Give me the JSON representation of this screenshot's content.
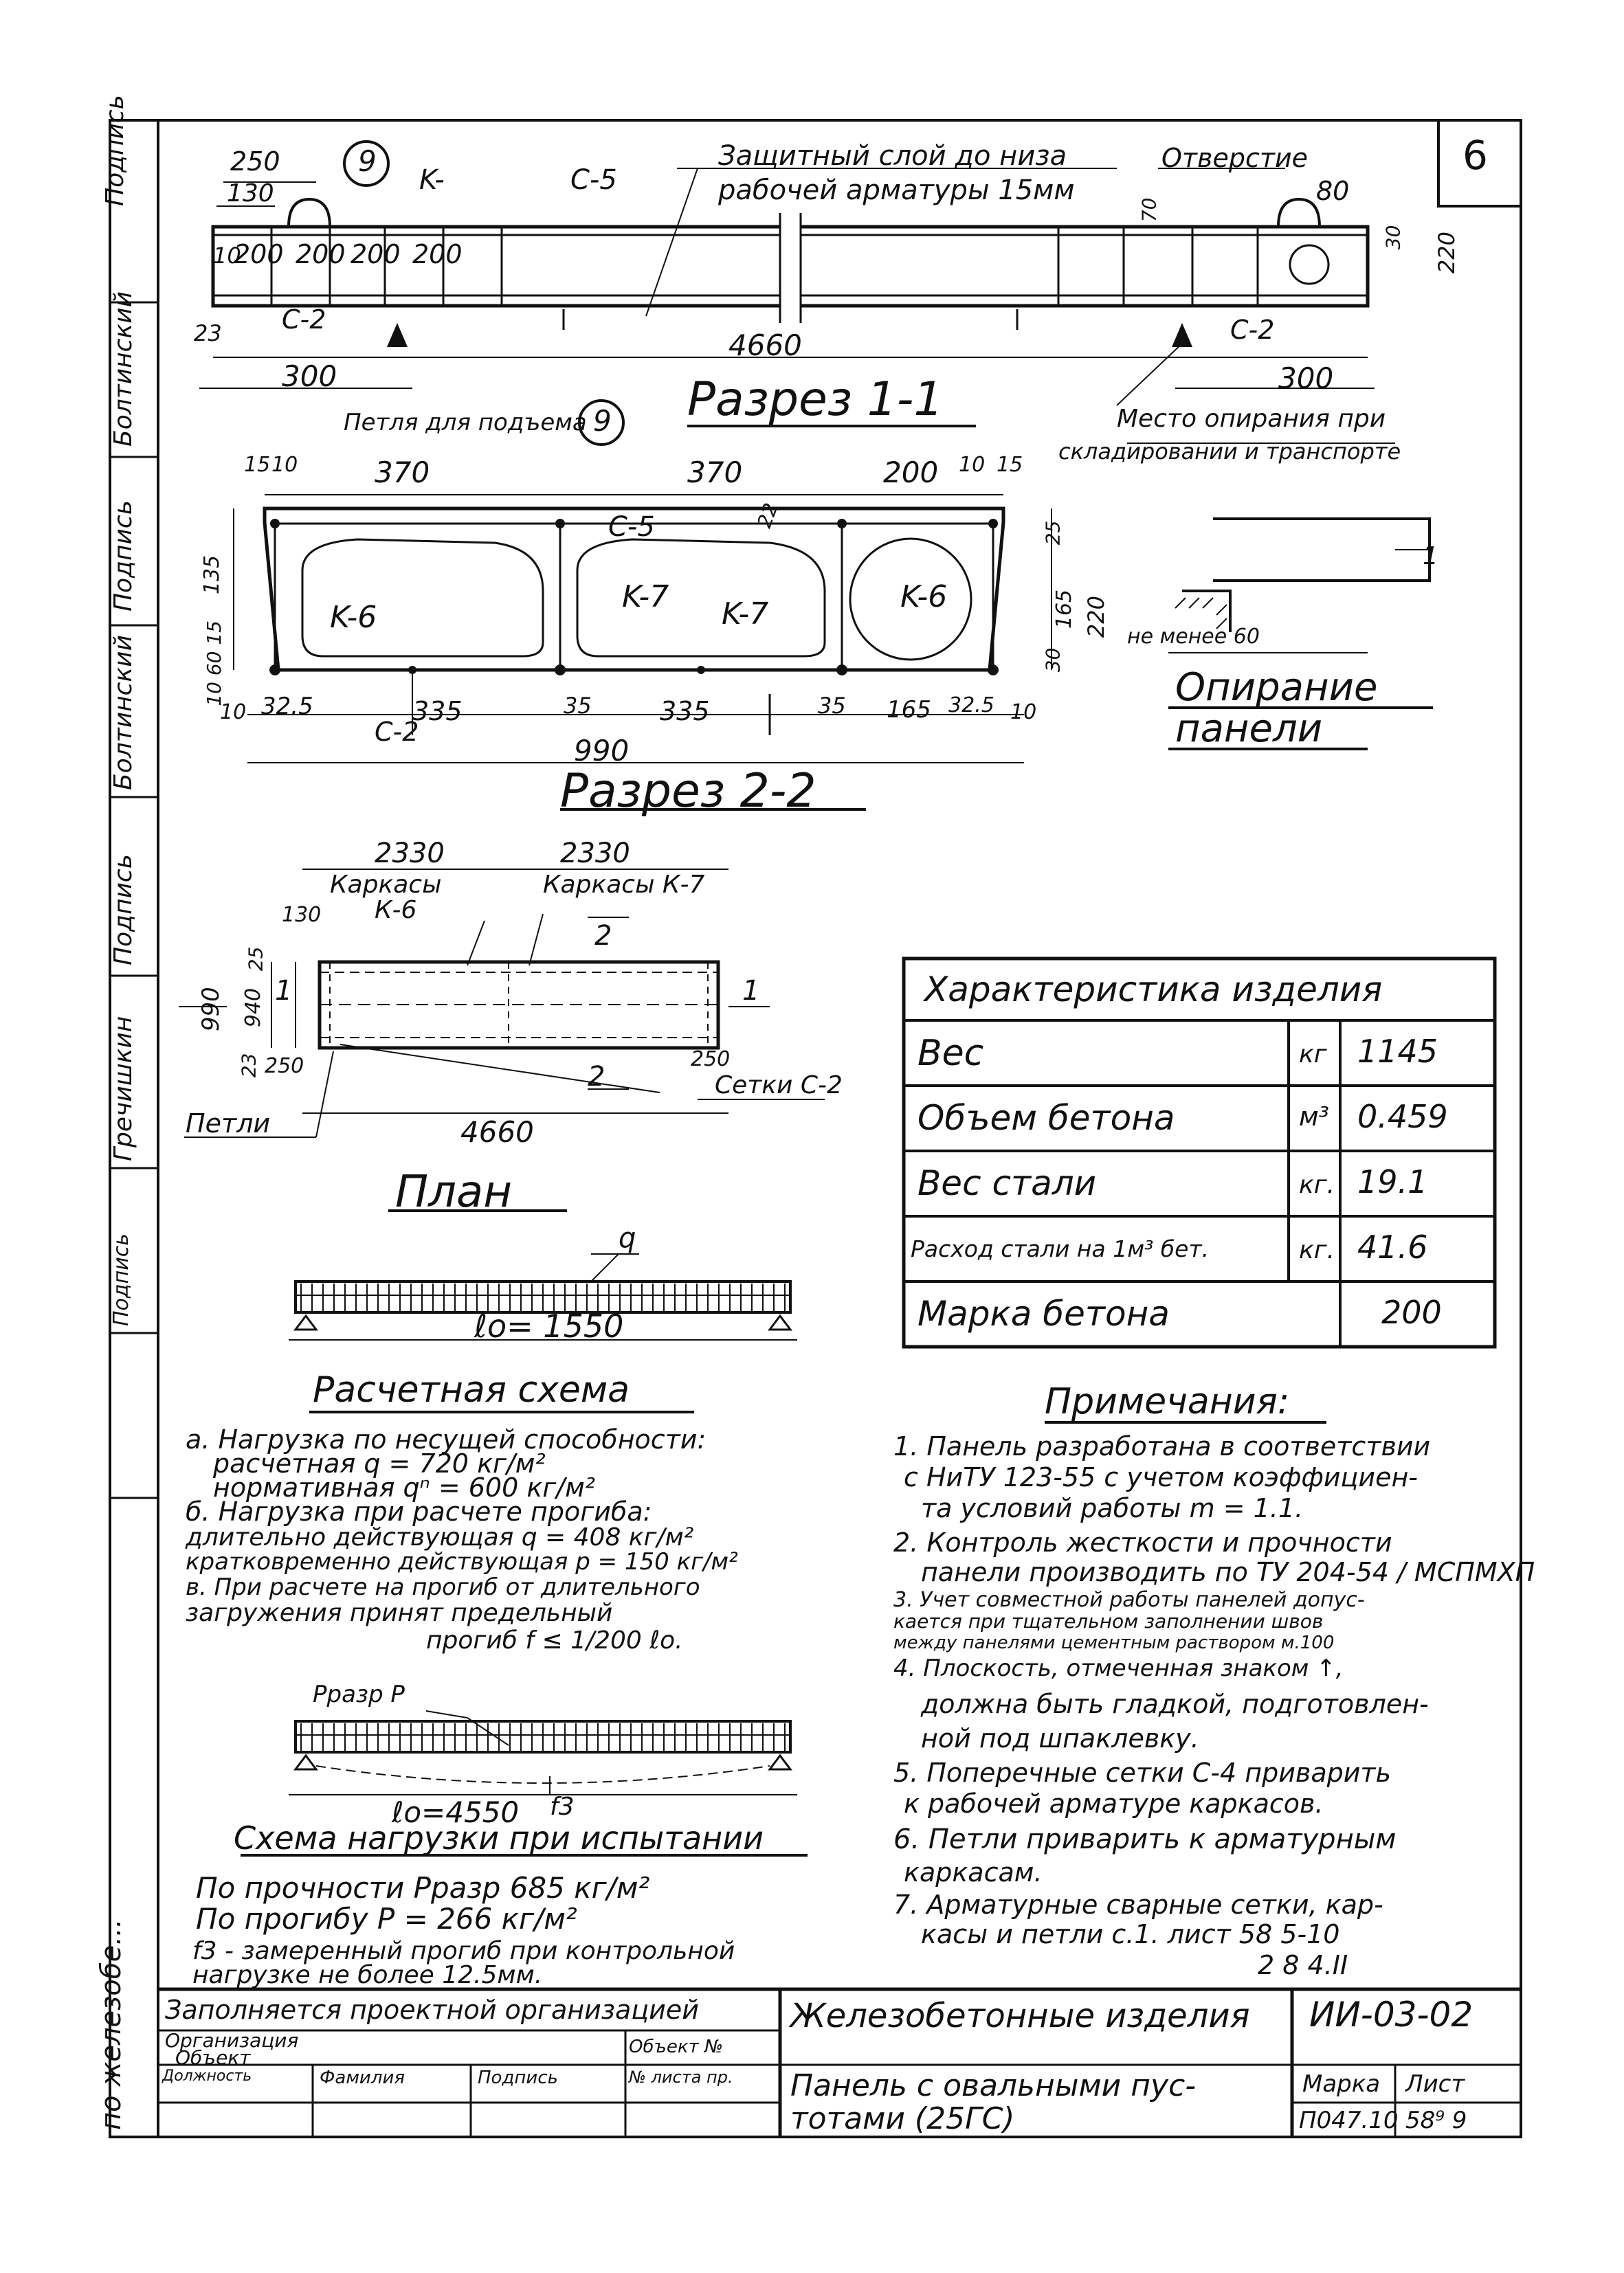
{
  "sheet_number": "6",
  "side_stamp": [
    "Подпись",
    "Болтинский",
    "Подпись",
    "Болтинский",
    "Подпись",
    "Гречишкин",
    "Подпись"
  ],
  "bottom_left_vertical": "по железобе...",
  "section_1_1": {
    "title": "Разрез 1-1",
    "dim_250": "250",
    "dim_130": "130",
    "dim_10": "10",
    "dim_200": "200",
    "dim_23": "23",
    "dim_4660": "4660",
    "dim_300": "300",
    "dim_80": "80",
    "dim_70": "70",
    "dim_30": "30",
    "dim_220": "220",
    "label_k": "K-",
    "label_c5": "C-5",
    "label_c2": "C-2",
    "callout_9": "9",
    "note_protective": "Защитный слой до низа",
    "note_protective2": "рабочей арматуры 15мм",
    "note_hole": "Отверстие",
    "note_loop": "Петля для подъема",
    "note_support": "Место опирания при",
    "note_support2": "складировании и транспорте"
  },
  "section_2_2": {
    "title": "Разрез 2-2",
    "dim_15": "15",
    "dim_10": "10",
    "dim_370": "370",
    "dim_200": "200",
    "dim_135": "135",
    "dim_60": "10 60 15",
    "dim_165": "165",
    "dim_220": "220",
    "dim_25": "25",
    "dim_30": "30",
    "dim_325": "32.5",
    "dim_335": "335",
    "dim_35": "35",
    "dim_165b": "165",
    "dim_990": "990",
    "label_k6": "K-6",
    "label_k7": "K-7",
    "label_c5": "C-5",
    "label_c2": "C-2",
    "label_22": "22"
  },
  "support": {
    "title_1": "Опирание",
    "title_2": "панели",
    "note": "не менее 60",
    "label": "1"
  },
  "plan": {
    "title": "План",
    "dim_2330": "2330",
    "frames_k6": "Каркасы",
    "frames_k6b": "К-6",
    "frames_k7": "Каркасы К-7",
    "dim_130": "130",
    "dim_25": "25",
    "dim_990": "990",
    "dim_940": "940",
    "dim_23": "23",
    "dim_250": "250",
    "dim_4660": "4660",
    "mark_1": "1",
    "mark_2": "2",
    "loops": "Петли",
    "nets": "Сетки С-2"
  },
  "calc": {
    "q": "q",
    "l0": "ℓo= 1550",
    "title": "Расчетная схема"
  },
  "loads_text": [
    "а. Нагрузка по несущей способности:",
    "расчетная   q = 720 кг/м²",
    "нормативная qⁿ = 600 кг/м²",
    "б. Нагрузка при расчете прогиба:",
    "длительно действующая q = 408 кг/м²",
    "кратковременно действующая p = 150 кг/м²",
    "в. При расчете на прогиб от длительного",
    "загружения принят предельный",
    "прогиб f ≤ 1/200 ℓo."
  ],
  "test": {
    "p_label": "Pразр P",
    "l0": "ℓo=4550",
    "f3": "f3",
    "title": "Схема нагрузки при испытании",
    "strength": "По прочности  Pразр 685 кг/м²",
    "deflection": "По прогибу     P = 266 кг/м²",
    "note1": "f3 - замеренный прогиб при контрольной",
    "note2": "нагрузке не более 12.5мм."
  },
  "characteristics": {
    "header": "Характеристика изделия",
    "rows": [
      {
        "name": "Вес",
        "unit": "кг",
        "value": "1145"
      },
      {
        "name": "Объем бетона",
        "unit": "м³",
        "value": "0.459"
      },
      {
        "name": "Вес стали",
        "unit": "кг.",
        "value": "19.1"
      },
      {
        "name": "Расход стали на 1м³ бет.",
        "unit": "кг.",
        "value": "41.6"
      },
      {
        "name": "Марка бетона",
        "unit": "",
        "value": "200"
      }
    ]
  },
  "notes": {
    "title": "Примечания:",
    "lines": [
      "1. Панель разработана в соответствии",
      "с НиТУ 123-55 с учетом коэффициен-",
      "та условий работы m = 1.1.",
      "2. Контроль жесткости и прочности",
      "панели производить по ТУ 204-54 / МСПМХП",
      "3. Учет совместной работы панелей допус-",
      "кается при тщательном заполнении швов",
      "между панелями цементным раствором м.100",
      "4. Плоскость, отмеченная знаком ↑,",
      "должна быть гладкой, подготовлен-",
      "ной под шпаклевку.",
      "5. Поперечные сетки С-4 приварить",
      "к рабочей арматуре каркасов.",
      "6. Петли приварить к арматурным",
      "каркасам.",
      "7. Арматурные сварные сетки, кар-",
      "касы и петли с.1. лист 58 5-10",
      "2 8 4.II"
    ]
  },
  "title_block": {
    "filled_by": "Заполняется проектной организацией",
    "org": "Организация",
    "object": "Объект",
    "object_no": "Объект №",
    "col_position": "Должность",
    "col_surname": "Фамилия",
    "col_signature": "Подпись",
    "col_sheet": "№ листа пр.",
    "product_group": "Железобетонные изделия",
    "series": "ИИ-03-02",
    "product_name_1": "Панель с овальными пус-",
    "product_name_2": "тотами (25ГС)",
    "mark_label": "Марка",
    "sheet_label": "Лист",
    "mark_value": "П047.10",
    "sheet_value": "58⁹ 9"
  }
}
